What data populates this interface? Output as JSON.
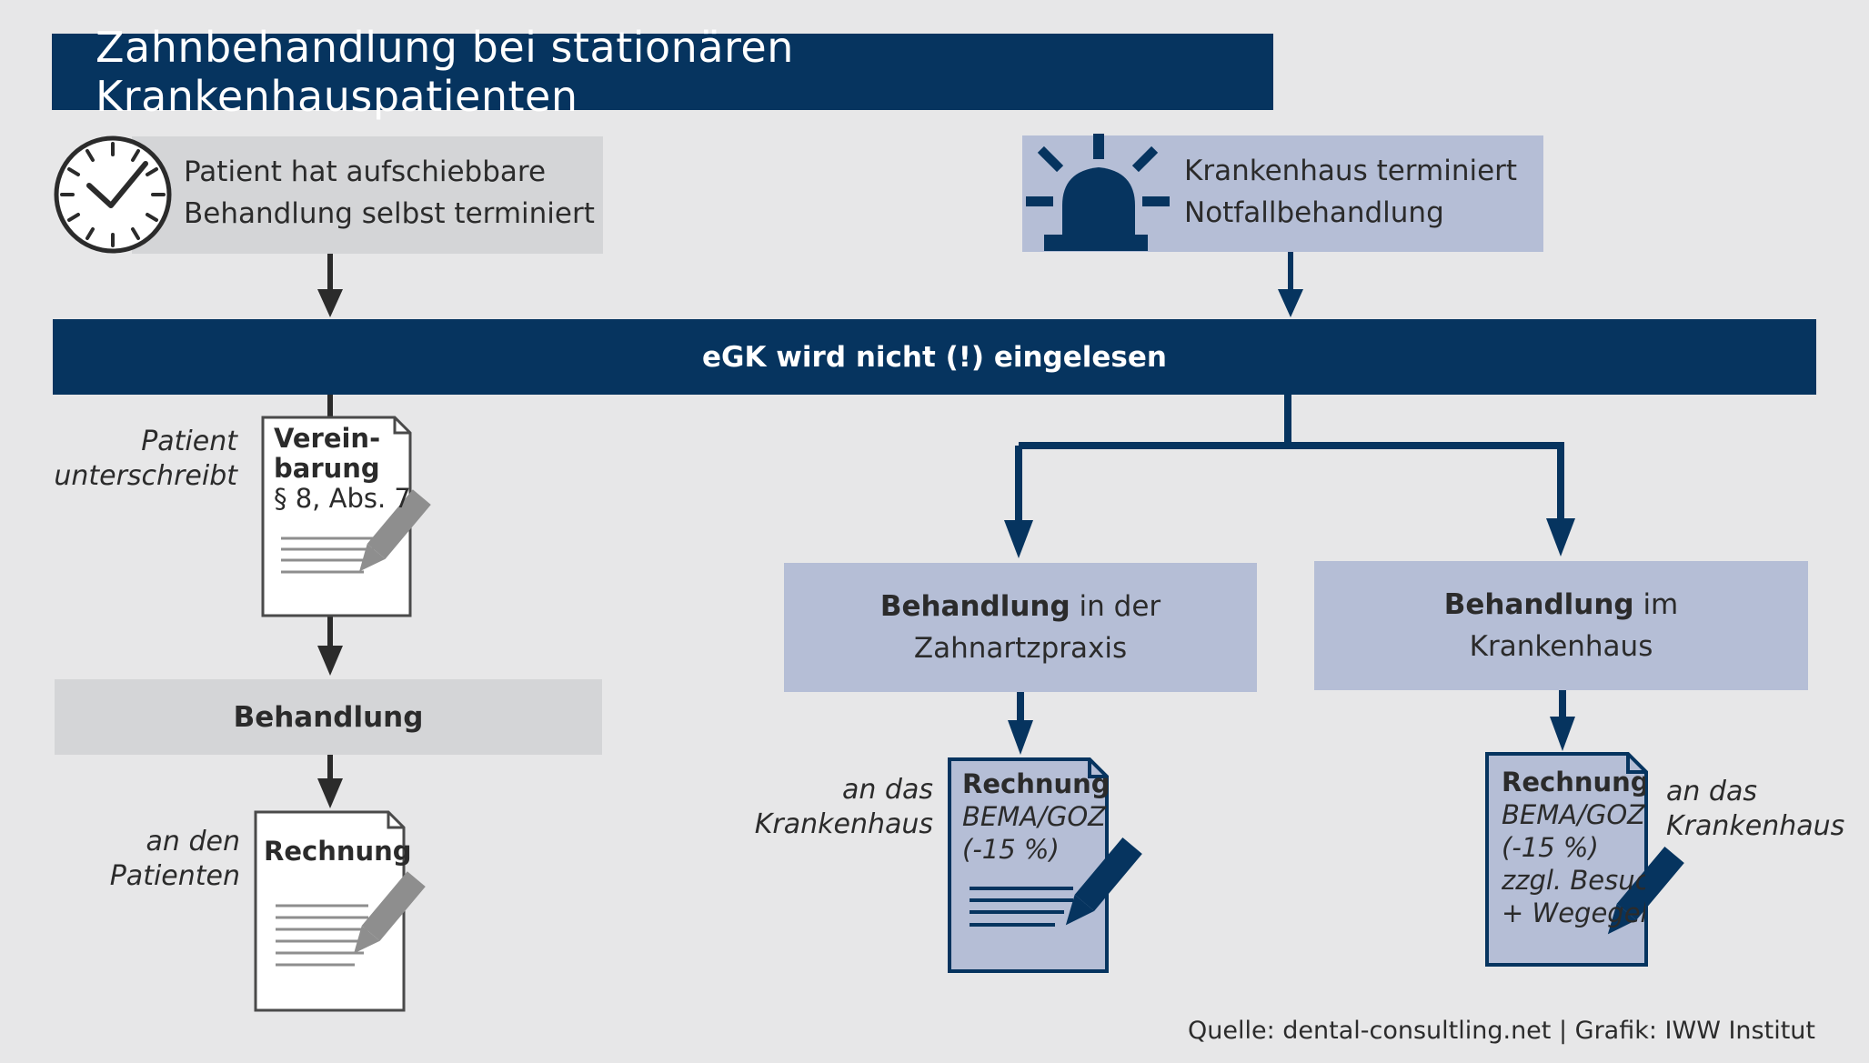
{
  "title": "Zahnbehandlung bei stationären Krankenhauspatienten",
  "left_start": {
    "icon": "clock-icon",
    "lines": [
      "Patient hat aufschiebbare",
      "Behandlung selbst terminiert"
    ]
  },
  "right_start": {
    "icon": "emergency-siren-icon",
    "lines": [
      "Krankenhaus terminiert",
      "Notfallbehandlung"
    ]
  },
  "egk_bar": "eGK wird nicht (!) eingelesen",
  "left_branch": {
    "side_label": [
      "Patient",
      "unterschreibt"
    ],
    "agreement_doc": {
      "icon": "document-pen-icon",
      "title_lines": [
        "Verein-",
        "barung"
      ],
      "subtitle": "§ 8, Abs. 7"
    },
    "treatment": "Behandlung",
    "invoice_label": [
      "an den",
      "Patienten"
    ],
    "invoice_doc": {
      "icon": "document-pen-icon",
      "title": "Rechnung"
    }
  },
  "middle_branch": {
    "box_bold": "Behandlung",
    "box_rest": " in der",
    "box_line2": "Zahnartzpraxis",
    "invoice_label": [
      "an das",
      "Krankenhaus"
    ],
    "invoice_doc": {
      "icon": "document-pen-icon",
      "title": "Rechnung",
      "lines": [
        "BEMA/GOZ",
        "(-15 %)"
      ]
    }
  },
  "right_branch": {
    "box_bold": "Behandlung",
    "box_rest": " im",
    "box_line2": "Krankenhaus",
    "invoice_label": [
      "an das",
      "Krankenhaus"
    ],
    "invoice_doc": {
      "icon": "document-pen-icon",
      "title": "Rechnung",
      "lines": [
        "BEMA/GOZ",
        "(-15 %)",
        "zzgl. Besuch",
        "+ Wegegeld"
      ]
    }
  },
  "source": "Quelle: dental-consultling.net | Grafik: IWW Institut",
  "colors": {
    "navy": "#06345f",
    "grey_box": "#d4d5d7",
    "blue_box": "#b5bed6",
    "background": "#e7e7e8"
  }
}
